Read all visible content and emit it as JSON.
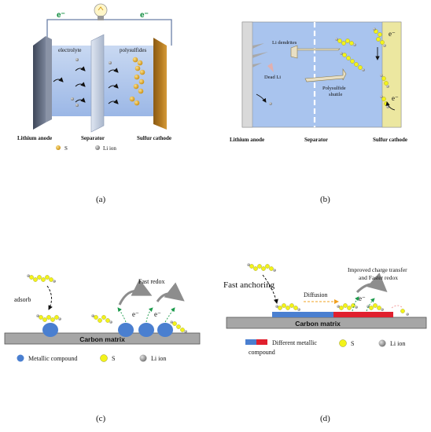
{
  "panel_a": {
    "caption": "(a)",
    "electron_left": "e⁻",
    "electron_right": "e⁻",
    "electrolyte_label": "electrolyte",
    "polysulfides_label": "polysulfides",
    "lithium_anode_label": "Lithium anode",
    "separator_label": "Separator",
    "sulfur_cathode_label": "Sulfur cathode",
    "legend_s": "S",
    "legend_li": "Li ion"
  },
  "panel_b": {
    "caption": "(b)",
    "li_dendrites_label": "Li dendrites",
    "dead_li_label": "Dead Li",
    "polysulfide_shuttle_label_1": "Polysulfide",
    "polysulfide_shuttle_label_2": "shuttle",
    "electron_top": "e⁻",
    "electron_bottom": "e⁻",
    "lithium_anode_label": "Lithium anode",
    "separator_label": "Separator",
    "sulfur_cathode_label": "Sulfur cathode"
  },
  "panel_c": {
    "caption": "(c)",
    "adsorb_label": "adsorb",
    "fast_redox_label": "Fast redox",
    "electron_1": "e⁻",
    "electron_2": "e⁻",
    "carbon_matrix_label": "Carbon matrix",
    "legend_metallic": "Metallic compound",
    "legend_s": "S",
    "legend_li": "Li ion"
  },
  "panel_d": {
    "caption": "(d)",
    "fast_anchoring_label": "Fast anchoring",
    "diffusion_label": "Diffusion",
    "improved_label_1": "Improved charge transfer",
    "improved_label_2": "and Faster redox",
    "electron": "e⁻",
    "carbon_matrix_label": "Carbon matrix",
    "legend_metallic_1": "Different metallic",
    "legend_metallic_2": "compound",
    "legend_s": "S",
    "legend_li": "Li ion"
  },
  "colors": {
    "sulfur_gold": "#d9a31f",
    "sulfur_yellow": "#f3f31a",
    "li_gray": "#8c8c8c",
    "electrolyte_blue": "#a9c4ee",
    "anode_gray": "#5b6478",
    "cathode_brown": "#a8701e",
    "metallic_blue": "#4a7fd0",
    "metallic_red": "#e0202e",
    "carbon_gray": "#a6a6a6",
    "electron_green": "#0a8a3a"
  }
}
